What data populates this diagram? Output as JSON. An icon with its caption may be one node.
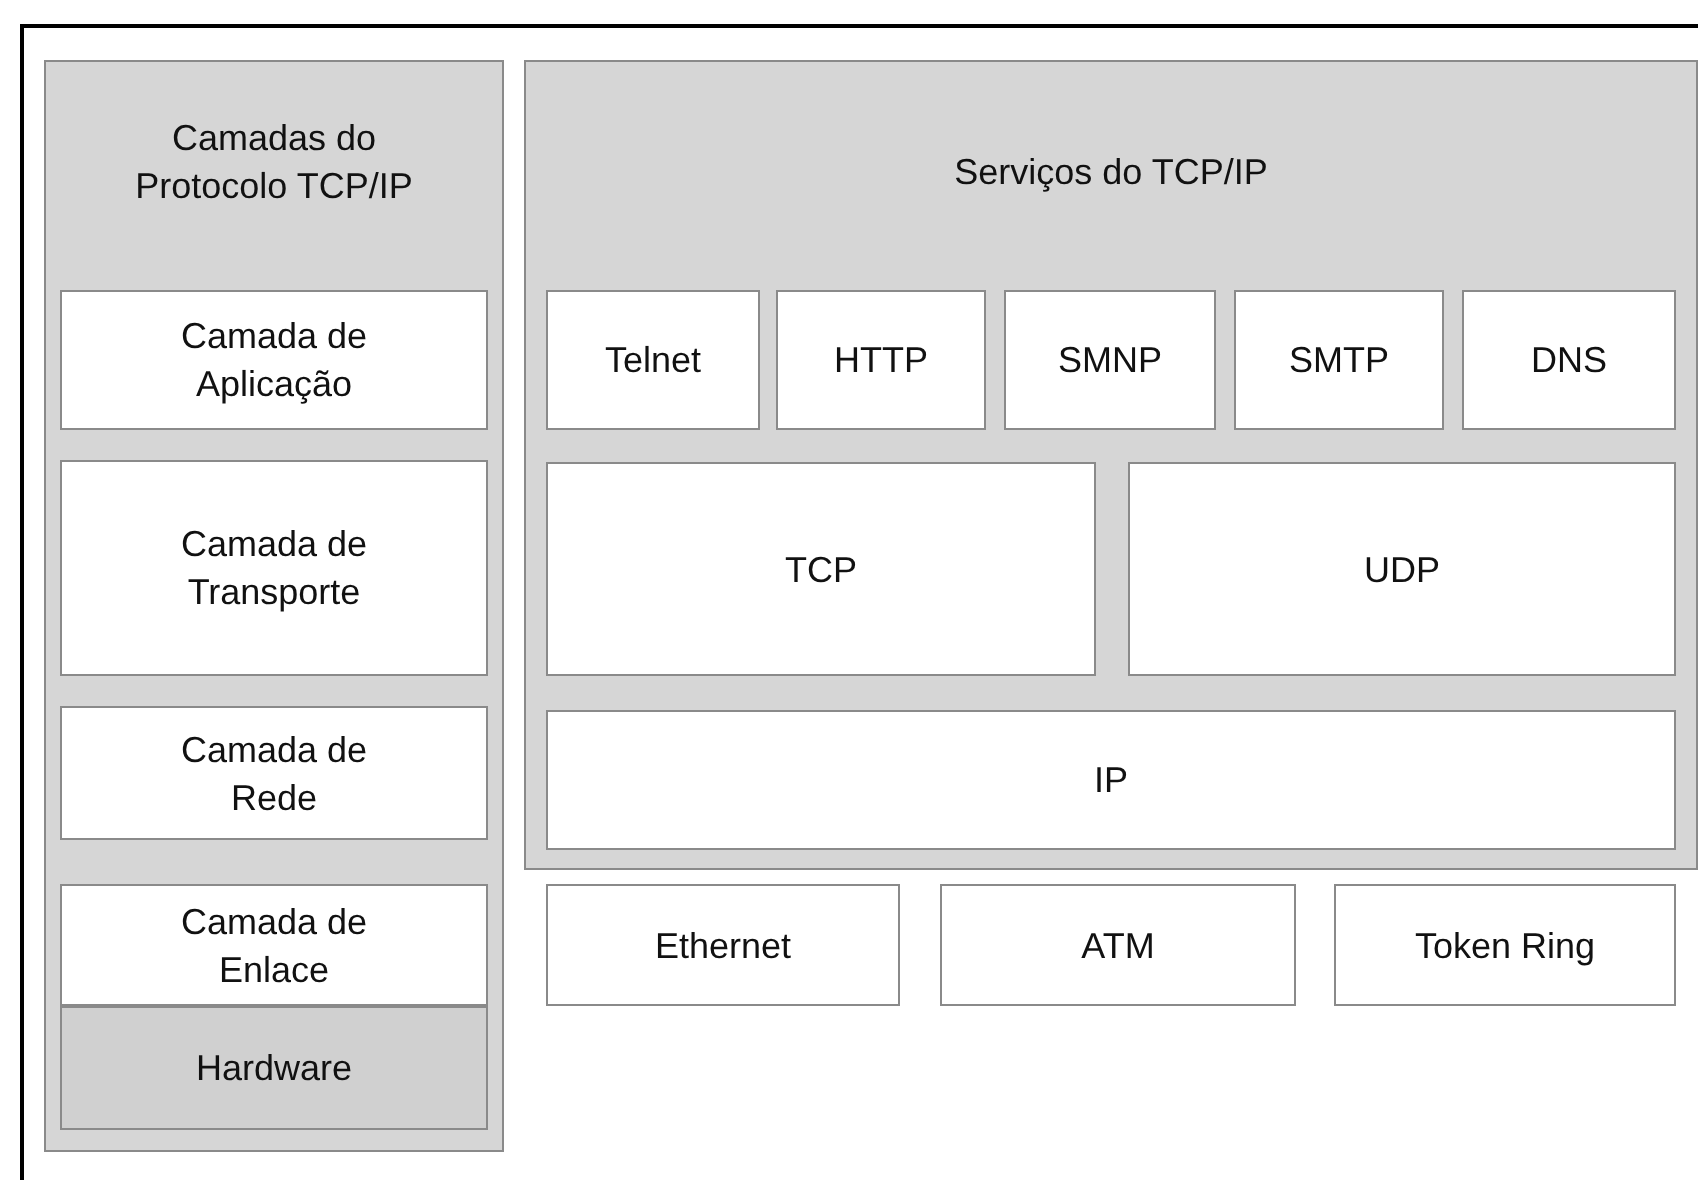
{
  "diagram": {
    "nodes": [
      {
        "text": [
          "Camadas do Protocolo TCP/IP"
        ]
      },
      {
        "text": [
          "Camada de Aplicação"
        ],
        "in": 0
      },
      {
        "text": [
          "Camada de Transporte"
        ],
        "in": 0
      },
      {
        "text": [
          "Camada de Rede"
        ],
        "in": 0
      },
      {
        "text": [
          "Camada de Enlace"
        ],
        "in": 0
      },
      {
        "text": [
          "Hardware"
        ],
        "in": 0
      },
      {
        "text": [
          "Serviços do TCP/IP"
        ]
      },
      {
        "text": [
          "Telnet"
        ],
        "in": 6
      },
      {
        "text": [
          "HTTP"
        ],
        "in": 6
      },
      {
        "text": [
          "SMNP"
        ],
        "in": 6
      },
      {
        "text": [
          "SMTP"
        ],
        "in": 6
      },
      {
        "text": [
          "DNS"
        ],
        "in": 6
      },
      {
        "text": [
          "TCP"
        ],
        "in": 6
      },
      {
        "text": [
          "UDP"
        ],
        "in": 6
      },
      {
        "text": [
          "IP"
        ],
        "in": 6
      },
      {
        "text": [
          "Ethernet"
        ]
      },
      {
        "text": [
          "ATM"
        ]
      },
      {
        "text": [
          "Token Ring"
        ]
      }
    ],
    "edges": []
  }
}
